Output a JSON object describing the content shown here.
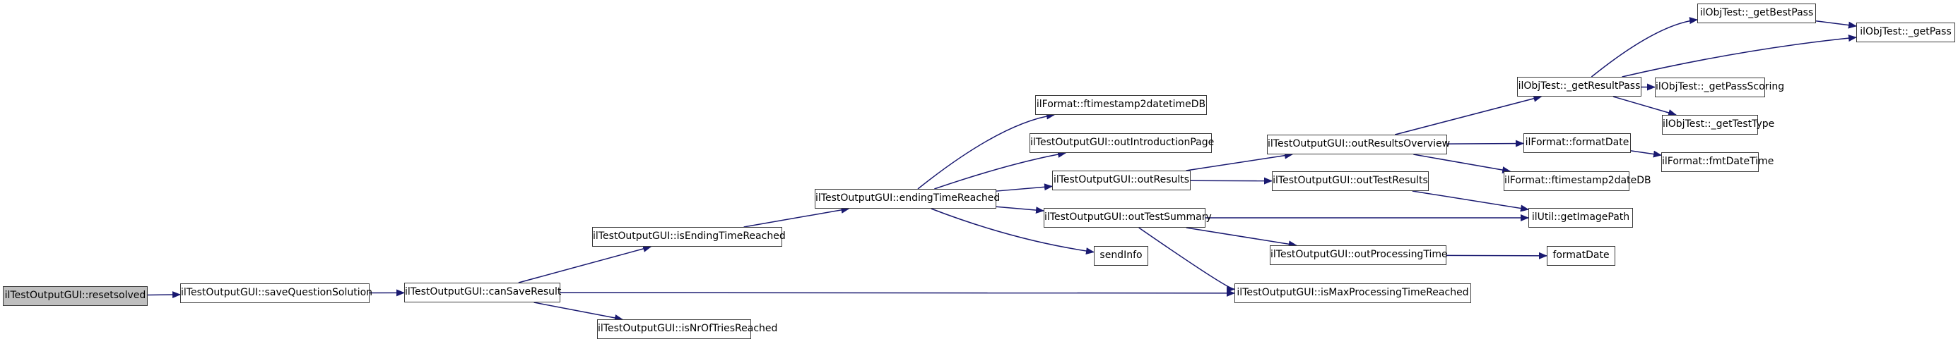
{
  "diagram": {
    "kind": "call-graph",
    "colors": {
      "background": "#ffffff",
      "edge": "#191970",
      "node_border": "#3a3a3a",
      "node_fill": "#ffffff",
      "root_fill": "#bfbfbf",
      "text": "#000000"
    },
    "nodes": {
      "resetsolved": {
        "label": "ilTestOutputGUI::resetsolved",
        "root": true
      },
      "saveQuestionSolution": {
        "label": "ilTestOutputGUI::saveQuestionSolution"
      },
      "canSaveResult": {
        "label": "ilTestOutputGUI::canSaveResult"
      },
      "isEndingTimeReached": {
        "label": "ilTestOutputGUI::isEndingTimeReached"
      },
      "isNrOfTriesReached": {
        "label": "ilTestOutputGUI::isNrOfTriesReached"
      },
      "endingTimeReached": {
        "label": "ilTestOutputGUI::endingTimeReached"
      },
      "ftimestamp2datetimeDB": {
        "label": "ilFormat::ftimestamp2datetimeDB"
      },
      "outIntroductionPage": {
        "label": "ilTestOutputGUI::outIntroductionPage"
      },
      "outResults": {
        "label": "ilTestOutputGUI::outResults"
      },
      "outTestSummary": {
        "label": "ilTestOutputGUI::outTestSummary"
      },
      "sendInfo": {
        "label": "sendInfo"
      },
      "outResultsOverview": {
        "label": "ilTestOutputGUI::outResultsOverview"
      },
      "outTestResults": {
        "label": "ilTestOutputGUI::outTestResults"
      },
      "outProcessingTime": {
        "label": "ilTestOutputGUI::outProcessingTime"
      },
      "isMaxProcessingTimeReached": {
        "label": "ilTestOutputGUI::isMaxProcessingTimeReached"
      },
      "getResultPass": {
        "label": "ilObjTest::_getResultPass"
      },
      "formatDateIl": {
        "label": "ilFormat::formatDate"
      },
      "ftimestamp2dateDB": {
        "label": "ilFormat::ftimestamp2dateDB"
      },
      "getImagePath": {
        "label": "ilUtil::getImagePath"
      },
      "formatDatePlain": {
        "label": "formatDate"
      },
      "getBestPass": {
        "label": "ilObjTest::_getBestPass"
      },
      "getPass": {
        "label": "ilObjTest::_getPass"
      },
      "getPassScoring": {
        "label": "ilObjTest::_getPassScoring"
      },
      "getTestType": {
        "label": "ilObjTest::_getTestType"
      },
      "fmtDateTime": {
        "label": "ilFormat::fmtDateTime"
      }
    },
    "edges": [
      {
        "from": "resetsolved",
        "to": "saveQuestionSolution"
      },
      {
        "from": "saveQuestionSolution",
        "to": "canSaveResult"
      },
      {
        "from": "canSaveResult",
        "to": "isEndingTimeReached"
      },
      {
        "from": "canSaveResult",
        "to": "isNrOfTriesReached"
      },
      {
        "from": "canSaveResult",
        "to": "isMaxProcessingTimeReached"
      },
      {
        "from": "isEndingTimeReached",
        "to": "endingTimeReached"
      },
      {
        "from": "endingTimeReached",
        "to": "ftimestamp2datetimeDB",
        "bend": 45
      },
      {
        "from": "endingTimeReached",
        "to": "outIntroductionPage",
        "bend": 12
      },
      {
        "from": "endingTimeReached",
        "to": "outResults"
      },
      {
        "from": "endingTimeReached",
        "to": "outTestSummary"
      },
      {
        "from": "endingTimeReached",
        "to": "sendInfo",
        "bend": -18
      },
      {
        "from": "outResults",
        "to": "outResultsOverview"
      },
      {
        "from": "outResults",
        "to": "outTestResults"
      },
      {
        "from": "outTestSummary",
        "to": "getImagePath"
      },
      {
        "from": "outTestSummary",
        "to": "outProcessingTime"
      },
      {
        "from": "outTestSummary",
        "to": "isMaxProcessingTimeReached",
        "bend": -50
      },
      {
        "from": "outResultsOverview",
        "to": "getResultPass"
      },
      {
        "from": "outResultsOverview",
        "to": "formatDateIl"
      },
      {
        "from": "outResultsOverview",
        "to": "ftimestamp2dateDB"
      },
      {
        "from": "outTestResults",
        "to": "getImagePath"
      },
      {
        "from": "outProcessingTime",
        "to": "formatDatePlain"
      },
      {
        "from": "getResultPass",
        "to": "getBestPass",
        "bend": 40
      },
      {
        "from": "getResultPass",
        "to": "getPass",
        "bend": 15
      },
      {
        "from": "getResultPass",
        "to": "getPassScoring"
      },
      {
        "from": "getResultPass",
        "to": "getTestType"
      },
      {
        "from": "formatDateIl",
        "to": "fmtDateTime"
      },
      {
        "from": "getBestPass",
        "to": "getPass"
      }
    ]
  }
}
